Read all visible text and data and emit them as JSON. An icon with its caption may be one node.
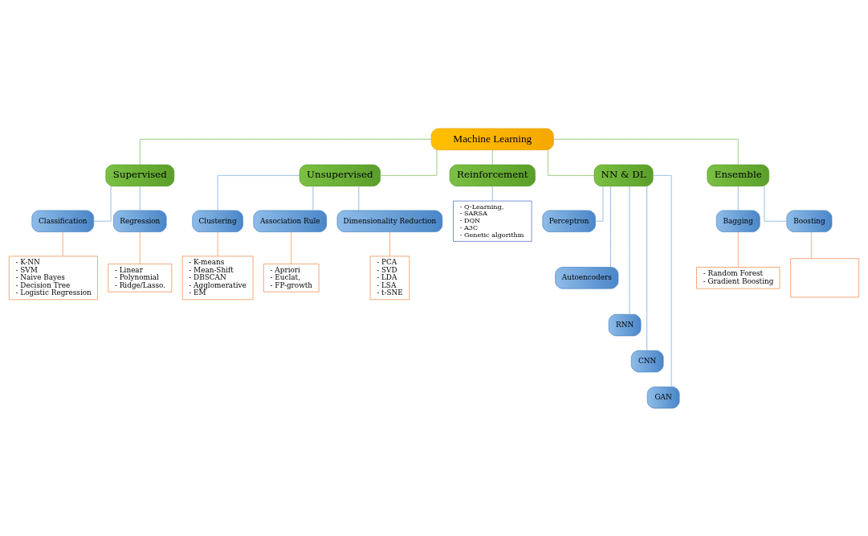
{
  "diagram": {
    "nodes": [
      {
        "text": [
          "Machine Learning"
        ]
      },
      {
        "text": [
          "Supervised"
        ]
      },
      {
        "text": [
          "Unsupervised"
        ]
      },
      {
        "text": [
          "Reinforcement"
        ]
      },
      {
        "text": [
          "NN & DL"
        ]
      },
      {
        "text": [
          "Ensemble"
        ]
      },
      {
        "text": [
          "Classification"
        ]
      },
      {
        "text": [
          "- K-NN",
          "- SVM",
          "- Naive Bayes",
          "- Decision Tree",
          "- Logistic Regression"
        ]
      },
      {
        "text": [
          "Regression"
        ]
      },
      {
        "text": [
          "- Linear",
          "- Polynomial",
          "- Ridge/Lasso."
        ]
      },
      {
        "text": [
          "Clustering"
        ]
      },
      {
        "text": [
          "- K-means",
          "- Mean-Shift",
          "- DBSCAN",
          "- Agglomerative",
          "- EM"
        ]
      },
      {
        "text": [
          "Association Rule"
        ]
      },
      {
        "text": [
          "- Apriori",
          "- Euclat,",
          "- FP-growth"
        ]
      },
      {
        "text": [
          "Dimensionality Reduction"
        ]
      },
      {
        "text": [
          "- PCA",
          "- SVD",
          "- LDA",
          "- LSA",
          "- t-SNE"
        ]
      },
      {
        "text": [
          "- Q-Learning,",
          "- SARSA",
          "- DQN",
          "- A3C",
          "- Genetic algorithm"
        ]
      },
      {
        "text": [
          "Perceptron"
        ]
      },
      {
        "text": [
          "Autoencoders"
        ]
      },
      {
        "text": [
          "RNN"
        ]
      },
      {
        "text": [
          "CNN"
        ]
      },
      {
        "text": [
          "GAN"
        ]
      },
      {
        "text": [
          "Bagging"
        ]
      },
      {
        "text": [
          "- Random Forest",
          "- Gradient Boosting"
        ]
      },
      {
        "text": [
          "Boosting"
        ]
      },
      {
        "text": [],
        "shape": "box"
      }
    ],
    "edges": [
      {
        "from": 0,
        "to": 1,
        "arrow": "none",
        "color": "#8dc26f"
      },
      {
        "from": 0,
        "to": 2,
        "arrow": "none",
        "color": "#8dc26f"
      },
      {
        "from": 0,
        "to": 3,
        "arrow": "none",
        "color": "#8dc26f"
      },
      {
        "from": 0,
        "to": 4,
        "arrow": "none",
        "color": "#8dc26f"
      },
      {
        "from": 0,
        "to": 5,
        "arrow": "none",
        "color": "#8dc26f"
      },
      {
        "from": 1,
        "to": 6,
        "arrow": "none"
      },
      {
        "from": 1,
        "to": 8,
        "arrow": "none"
      },
      {
        "from": 6,
        "to": 7,
        "arrow": "none",
        "color": "#f4a26b"
      },
      {
        "from": 8,
        "to": 9,
        "arrow": "none",
        "color": "#f4a26b"
      },
      {
        "from": 2,
        "to": 10,
        "arrow": "none"
      },
      {
        "from": 2,
        "to": 12,
        "arrow": "none"
      },
      {
        "from": 2,
        "to": 14,
        "arrow": "none"
      },
      {
        "from": 10,
        "to": 11,
        "arrow": "none",
        "color": "#f4a26b"
      },
      {
        "from": 12,
        "to": 13,
        "arrow": "none",
        "color": "#f4a26b"
      },
      {
        "from": 14,
        "to": 15,
        "arrow": "none",
        "color": "#f4a26b"
      },
      {
        "from": 3,
        "to": 16,
        "arrow": "none"
      },
      {
        "from": 4,
        "to": 17,
        "arrow": "none"
      },
      {
        "from": 4,
        "to": 18,
        "arrow": "none"
      },
      {
        "from": 4,
        "to": 19,
        "arrow": "none"
      },
      {
        "from": 4,
        "to": 20,
        "arrow": "none"
      },
      {
        "from": 4,
        "to": 21,
        "arrow": "none"
      },
      {
        "from": 5,
        "to": 22,
        "arrow": "none"
      },
      {
        "from": 5,
        "to": 24,
        "arrow": "none"
      },
      {
        "from": 22,
        "to": 23,
        "arrow": "none",
        "color": "#f4a26b"
      },
      {
        "from": 24,
        "to": 25,
        "arrow": "none",
        "color": "#f4a26b"
      }
    ]
  }
}
